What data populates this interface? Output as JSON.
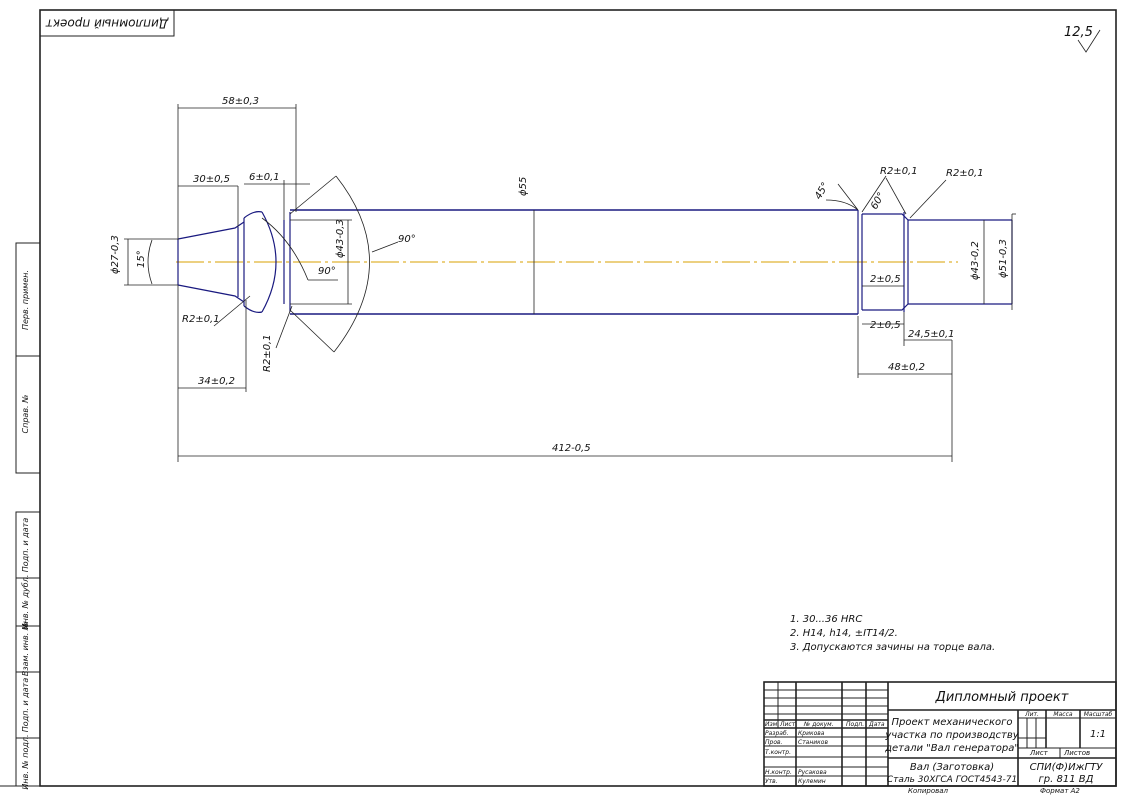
{
  "top_stamp": "Дипломный проект",
  "roughness": "12,5",
  "side_labels": {
    "perv_primen": "Перв. примен.",
    "sprav_no": "Справ. №",
    "podp_data_1": "Подп. и дата",
    "inv_dubl": "Инв. № дубл.",
    "vzam_inv": "Взам. инв. №",
    "podp_data_2": "Подп. и дата",
    "inv_podl": "Инв. № подл."
  },
  "dimensions": {
    "d58": "58±0,3",
    "d30": "30±0,5",
    "d6": "6±0,1",
    "d34": "34±0,2",
    "d412": "412-0,5",
    "phi55": "ϕ55",
    "phi27": "ϕ27-0,3",
    "phi43_left": "ϕ43-0,3",
    "phi43_right": "ϕ43-0,2",
    "phi51": "ϕ51-0,3",
    "ang15": "15°",
    "ang90_outer": "90°",
    "ang90_inner": "90°",
    "ang45": "45°",
    "ang60": "60°",
    "r2_left": "R2±0,1",
    "r2_left_vert": "R2±0,1",
    "r2_right_a": "R2±0,1",
    "r2_right_b": "R2±0,1",
    "d2_5_a": "2±0,5",
    "d2_5_b": "2±0,5",
    "d24_5": "24,5±0,1",
    "d48": "48±0,2"
  },
  "notes": [
    "1. 30...36 HRC",
    "2. H14, h14, ±IT14/2.",
    "3. Допускаются зачины на торце вала."
  ],
  "title_block": {
    "project": "Дипломный проект",
    "description": [
      "Проект механического",
      "участка по производству",
      "детали \"Вал генератора\""
    ],
    "part": [
      "Вал (Заготовка)",
      "Сталь 30ХГСА ГОСТ4543-71"
    ],
    "org": [
      "СПИ(Ф)ИжГТУ",
      "гр. 811 ВД"
    ],
    "headers": {
      "izm": "Изм.",
      "list": "Лист",
      "ndokum": "№ докум.",
      "podp": "Подп.",
      "data": "Дата",
      "lit": "Лит.",
      "massa": "Масса",
      "masshtab": "Масштаб",
      "list2": "Лист",
      "listov": "Листов"
    },
    "roles": {
      "razrab": "Разраб.",
      "prov": "Пров.",
      "tkontr": "Т.контр.",
      "nkontr": "Н.контр.",
      "utv": "Утв."
    },
    "names": {
      "razrab": "Крикова",
      "prov": "Стаников",
      "nkontr": "Русакова",
      "utv": "Кулемин"
    },
    "scale": "1:1",
    "copied": "Копировал",
    "format": "Формат  А2"
  }
}
